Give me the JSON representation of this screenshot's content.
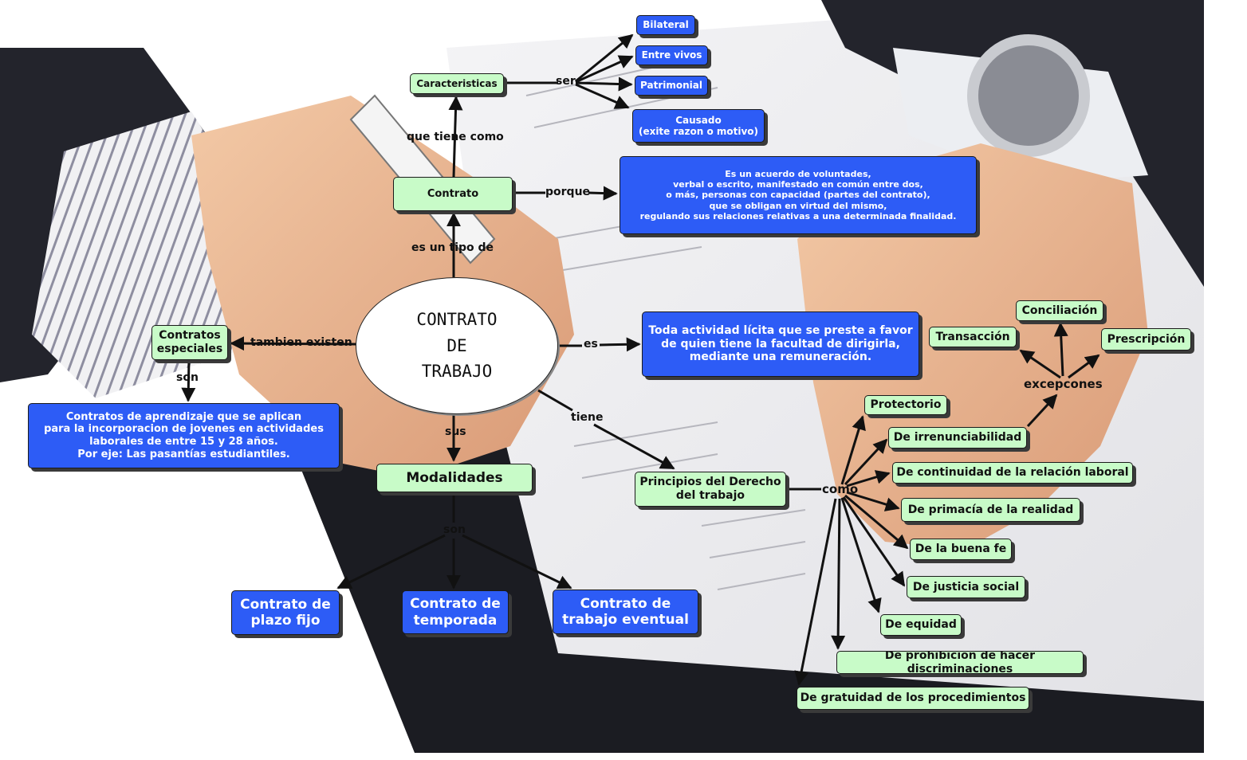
{
  "central": "CONTRATO\nDE\nTRABAJO",
  "nodes": {
    "contrato": "Contrato",
    "caracteristicas": "Caracteristicas",
    "bilateral": "Bilateral",
    "entre_vivos": "Entre vivos",
    "patrimonial": "Patrimonial",
    "causado": "Causado\n(exite razon o motivo)",
    "definicion_contrato": "Es un acuerdo de voluntades,\nverbal o escrito, manifestado en común entre dos,\no más, personas con capacidad (partes del contrato),\nque se obligan en virtud del mismo,\nregulando sus relaciones relativas a una determinada finalidad.",
    "definicion_trabajo": "Toda actividad lícita que se preste a favor\nde quien tiene la facultad de dirigirla,\nmediante una remuneración.",
    "contratos_especiales": "Contratos\nespeciales",
    "aprendizaje": "Contratos de aprendizaje que se aplican\npara la incorporacion de jovenes en actividades\nlaborales de entre 15 y 28 años.\nPor eje: Las pasantías estudiantiles.",
    "modalidades": "Modalidades",
    "plazo_fijo": "Contrato de\nplazo fijo",
    "temporada": "Contrato de\ntemporada",
    "eventual": "Contrato de\ntrabajo eventual",
    "principios": "Principios del Derecho\ndel trabajo",
    "protectorio": "Protectorio",
    "irrenunciabilidad": "De irrenunciabilidad",
    "continuidad": "De continuidad de la relación laboral",
    "primacia": "De primacía de la realidad",
    "buena_fe": "De la buena fe",
    "justicia_social": "De justicia social",
    "equidad": "De equidad",
    "no_discriminacion": "De prohibición de hacer discriminaciones",
    "gratuidad": "De gratuidad de los procedimientos",
    "transaccion": "Transacción",
    "conciliacion": "Conciliación",
    "prescripcion": "Prescripción"
  },
  "labels": {
    "es_un_tipo_de": "es  un tipo de",
    "que_tiene_como": "que tiene como",
    "ser": "ser",
    "porque": "porque",
    "tambien_existen": "tambien existen",
    "son_especiales": "son",
    "es": "es",
    "sus": "sus",
    "son_modalidades": "son",
    "tiene": "tiene",
    "como": "como",
    "excepciones": "excepcones"
  },
  "colors": {
    "green_node": "#c8fbc8",
    "blue_node": "#2d5cf6",
    "arrow": "#111111"
  }
}
